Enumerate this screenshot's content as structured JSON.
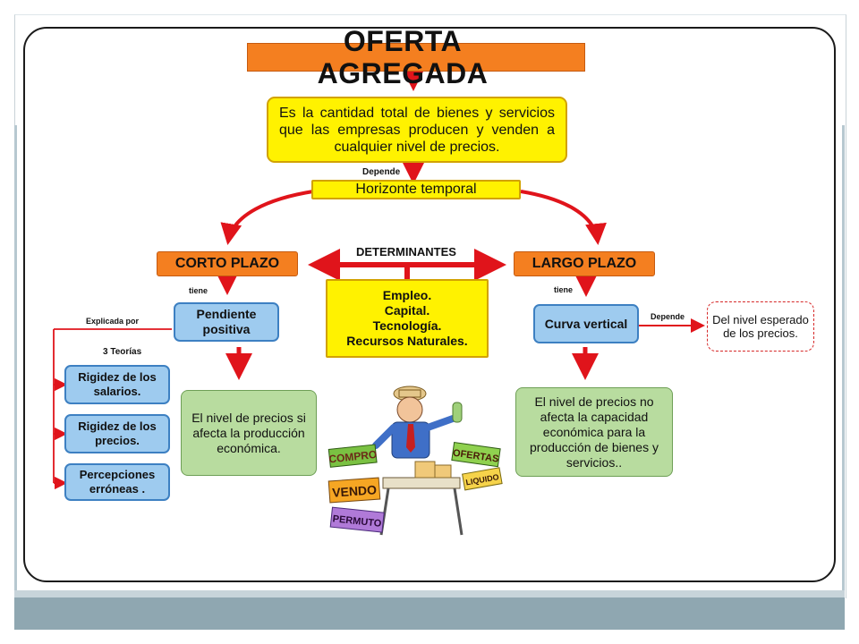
{
  "title": "OFERTA AGREGADA",
  "definition": "Es la cantidad total de bienes y servicios que las empresas producen y venden a cualquier nivel de precios.",
  "depende_label": "Depende",
  "horizonte": "Horizonte temporal",
  "determinantes": {
    "label": "DETERMINANTES",
    "items": [
      "Empleo.",
      "Capital.",
      "Tecnología.",
      "Recursos Naturales."
    ]
  },
  "corto": {
    "title": "CORTO PLAZO",
    "tiene": "tiene",
    "pendiente": "Pendiente positiva",
    "explicada": "Explicada por",
    "teorias_label": "3 Teorías",
    "teorias": [
      "Rigidez de los salarios.",
      "Rigidez de los precios.",
      "Percepciones erróneas ."
    ],
    "efecto": "El nivel de precios si afecta la producción económica."
  },
  "largo": {
    "title": "LARGO PLAZO",
    "tiene": "tiene",
    "curva": "Curva vertical",
    "depende": "Depende",
    "nivel_esperado": "Del nivel esperado de los precios.",
    "efecto": "El nivel de precios no afecta la capacidad económica para la producción de bienes y servicios.."
  },
  "illustration": {
    "signs": [
      "COMPRO",
      "VENDO",
      "PERMUTO",
      "OFERTAS",
      "LIQUIDO"
    ]
  },
  "colors": {
    "arrow": "#e0141b",
    "orange": "#f47f20",
    "yellow": "#fff200",
    "blue": "#9ecbef",
    "green": "#b8dc9f"
  }
}
